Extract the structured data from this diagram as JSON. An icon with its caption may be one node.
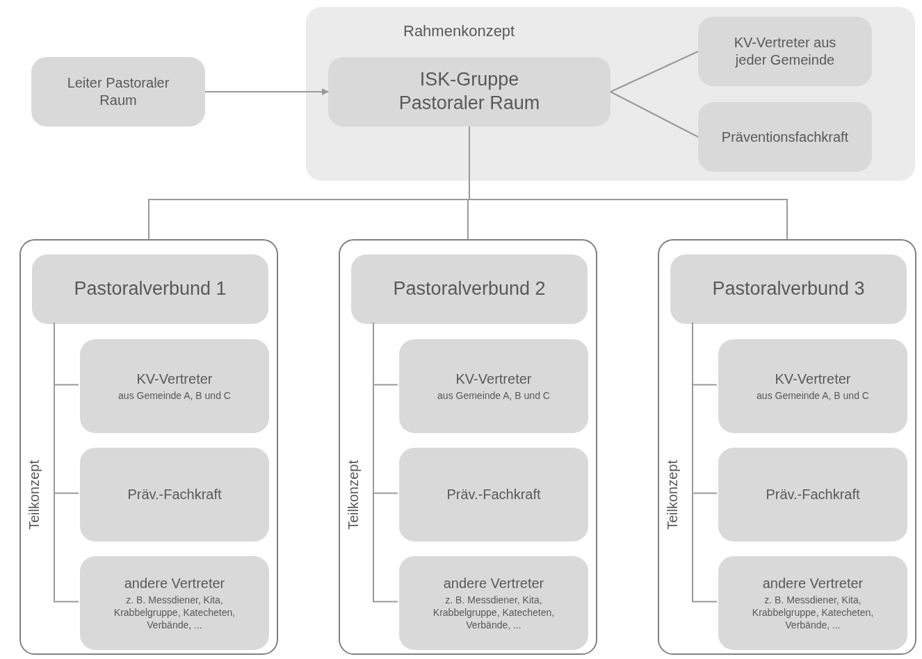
{
  "diagram": {
    "nodes": [
      {
        "text": [
          "Leiter Pastoraler Raum"
        ]
      },
      {
        "text": [
          "Rahmenkonzept"
        ]
      },
      {
        "text": [
          "ISK-Gruppe Pastoraler Raum"
        ],
        "in": 1
      },
      {
        "text": [
          "KV-Vertreter aus jeder Gemeinde"
        ],
        "in": 1
      },
      {
        "text": [
          "Präventionsfachkraft"
        ],
        "in": 1
      },
      {
        "text": [
          "Teilkonzept"
        ]
      },
      {
        "text": [
          "Pastoralverbund 1"
        ],
        "in": 5
      },
      {
        "text": [
          "KV-Vertreter",
          "aus Gemeinde A, B und C"
        ],
        "in": 5
      },
      {
        "text": [
          "Präv.-Fachkraft"
        ],
        "in": 5
      },
      {
        "text": [
          "andere Vertreter",
          "z. B. Messdiener, Kita, Krabbelgruppe, Katecheten, Verbände, ..."
        ],
        "in": 5
      },
      {
        "text": [
          "Teilkonzept"
        ]
      },
      {
        "text": [
          "Pastoralverbund 2"
        ],
        "in": 10
      },
      {
        "text": [
          "KV-Vertreter",
          "aus Gemeinde A, B und C"
        ],
        "in": 10
      },
      {
        "text": [
          "Präv.-Fachkraft"
        ],
        "in": 10
      },
      {
        "text": [
          "andere Vertreter",
          "z. B. Messdiener, Kita, Krabbelgruppe, Katecheten, Verbände, ..."
        ],
        "in": 10
      },
      {
        "text": [
          "Teilkonzept"
        ]
      },
      {
        "text": [
          "Pastoralverbund 3"
        ],
        "in": 15
      },
      {
        "text": [
          "KV-Vertreter",
          "aus Gemeinde A, B und C"
        ],
        "in": 15
      },
      {
        "text": [
          "Präv.-Fachkraft"
        ],
        "in": 15
      },
      {
        "text": [
          "andere Vertreter",
          "z. B. Messdiener, Kita, Krabbelgruppe, Katecheten, Verbände, ..."
        ],
        "in": 15
      }
    ],
    "edges": [
      {
        "from": 0,
        "to": 2,
        "arrow": "to"
      },
      {
        "from": 2,
        "to": 3,
        "arrow": "none"
      },
      {
        "from": 2,
        "to": 4,
        "arrow": "none"
      },
      {
        "from": 2,
        "to": 5,
        "arrow": "none"
      },
      {
        "from": 2,
        "to": 10,
        "arrow": "none"
      },
      {
        "from": 2,
        "to": 15,
        "arrow": "none"
      },
      {
        "from": 6,
        "to": 7,
        "arrow": "none"
      },
      {
        "from": 6,
        "to": 8,
        "arrow": "none"
      },
      {
        "from": 6,
        "to": 9,
        "arrow": "none"
      },
      {
        "from": 11,
        "to": 12,
        "arrow": "none"
      },
      {
        "from": 11,
        "to": 13,
        "arrow": "none"
      },
      {
        "from": 11,
        "to": 14,
        "arrow": "none"
      },
      {
        "from": 16,
        "to": 17,
        "arrow": "none"
      },
      {
        "from": 16,
        "to": 18,
        "arrow": "none"
      },
      {
        "from": 16,
        "to": 19,
        "arrow": "none"
      }
    ]
  }
}
